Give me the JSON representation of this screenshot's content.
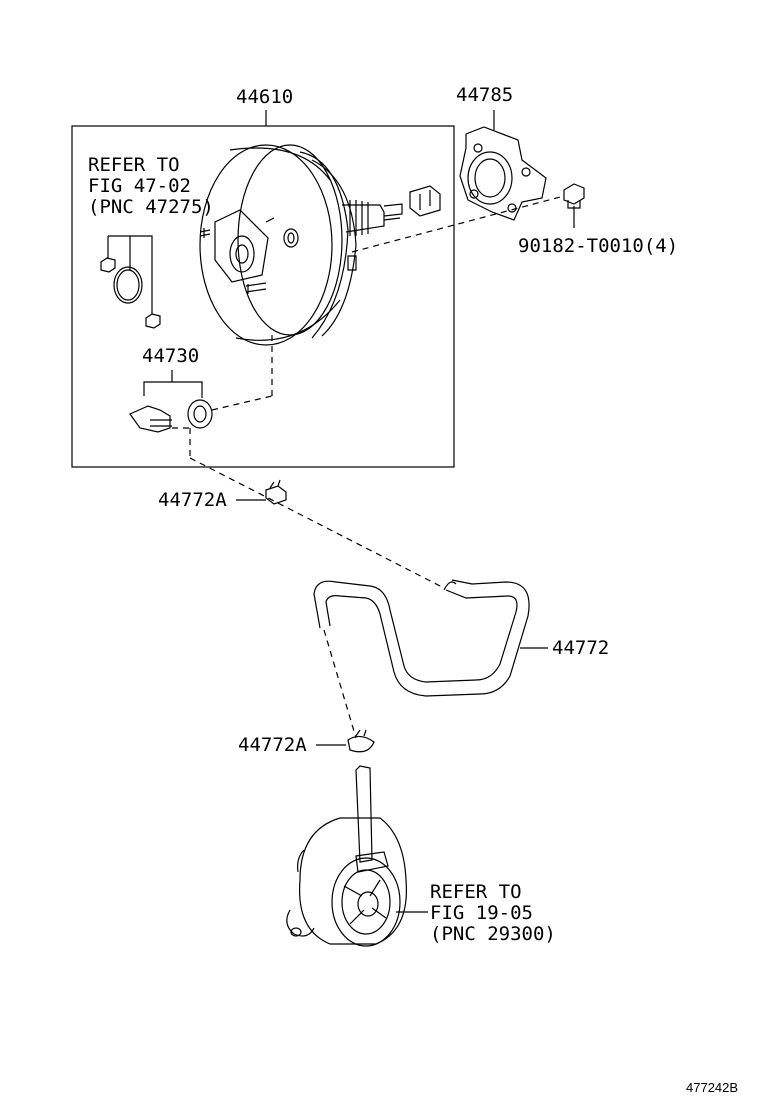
{
  "diagram_code": "477242B",
  "colors": {
    "ink": "#000000",
    "background": "#ffffff"
  },
  "labels": {
    "booster": "44610",
    "gasket": "44785",
    "bolt": "90182-T0010(4)",
    "check_valve": "44730",
    "clip_upper": "44772A",
    "hose": "44772",
    "clip_lower": "44772A"
  },
  "refers": {
    "master_cylinder": [
      "REFER TO",
      "FIG 47-02",
      "(PNC 47275)"
    ],
    "vacuum_pump": [
      "REFER TO",
      "FIG 19-05",
      "(PNC 29300)"
    ]
  }
}
